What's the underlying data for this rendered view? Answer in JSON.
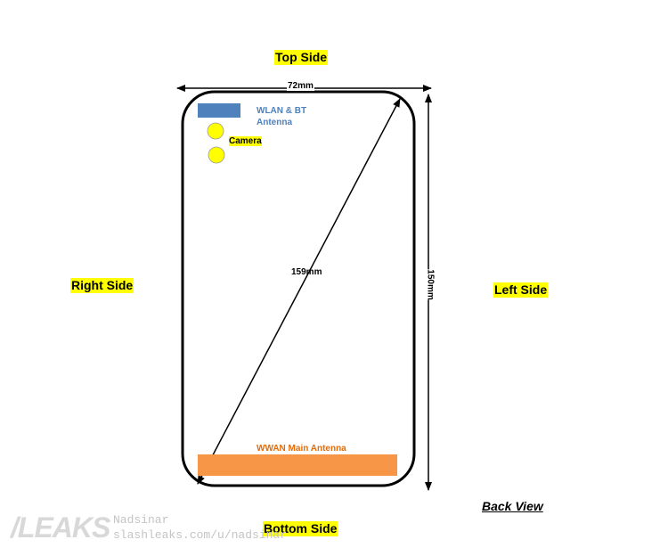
{
  "sides": {
    "top": "Top Side",
    "bottom": "Bottom Side",
    "right": "Right Side",
    "left": "Left Side"
  },
  "view_label": "Back View",
  "dimensions": {
    "width": "72mm",
    "height": "150mm",
    "diagonal": "159mm"
  },
  "components": {
    "wlan_line1": "WLAN & BT",
    "wlan_line2": "Antenna",
    "camera": "Camera",
    "wwan": "WWAN Main Antenna"
  },
  "watermark": {
    "logo": "/LEAKS",
    "user": "Nadsinar",
    "url": "slashleaks.com/u/nadsinar"
  },
  "colors": {
    "highlight": "#ffff00",
    "wlan": "#4f81bd",
    "wwan": "#f79646",
    "camera": "#ffff00"
  }
}
